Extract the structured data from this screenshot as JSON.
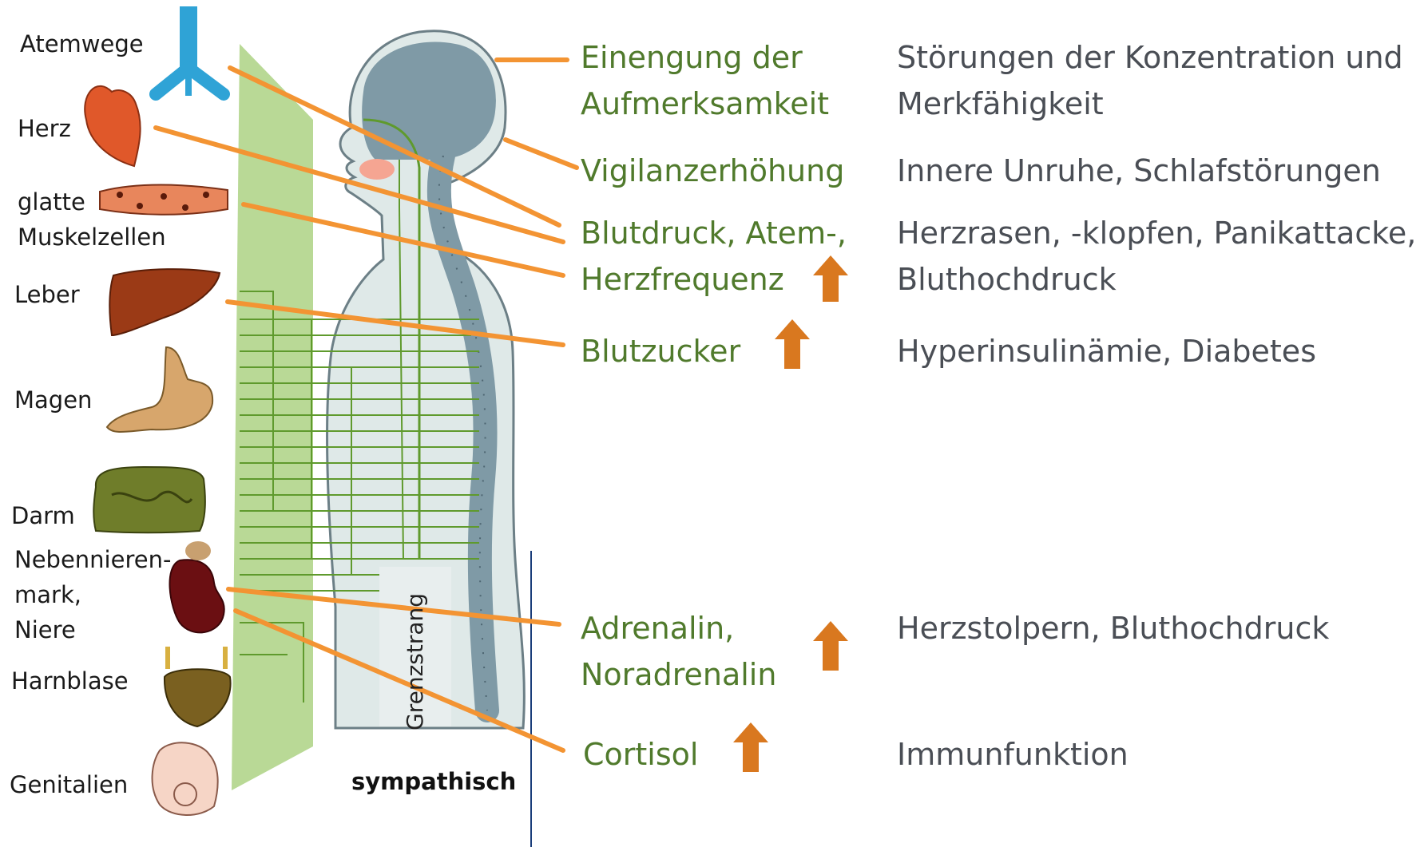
{
  "organs": [
    {
      "label": "Atemwege",
      "icon": "trachea-icon"
    },
    {
      "label": "Herz",
      "icon": "heart-icon"
    },
    {
      "label": "glatte",
      "icon": "muscle-cells-icon"
    },
    {
      "label": "Muskelzellen"
    },
    {
      "label": "Leber",
      "icon": "liver-icon"
    },
    {
      "label": "Magen",
      "icon": "stomach-icon"
    },
    {
      "label": "Darm",
      "icon": "intestine-icon"
    },
    {
      "label": "Nebennieren-",
      "icon": "kidney-icon"
    },
    {
      "label": "mark,"
    },
    {
      "label": "Niere"
    },
    {
      "label": "Harnblase",
      "icon": "bladder-icon"
    },
    {
      "label": "Genitalien",
      "icon": "genitals-icon"
    }
  ],
  "diagram": {
    "caption": "sympathisch",
    "spine_label": "Grenzstrang"
  },
  "effects": [
    {
      "lines": [
        "Einengung der",
        "Aufmerksamkeit"
      ],
      "arrow": false
    },
    {
      "lines": [
        "Vigilanzerhöhung"
      ],
      "arrow": false
    },
    {
      "lines": [
        "Blutdruck, Atem-,",
        "Herzfrequenz"
      ],
      "arrow": true
    },
    {
      "lines": [
        "Blutzucker"
      ],
      "arrow": true
    },
    {
      "lines": [
        "Adrenalin,",
        "Noradrenalin"
      ],
      "arrow": true
    },
    {
      "lines": [
        "Cortisol"
      ],
      "arrow": true
    }
  ],
  "consequences": [
    {
      "lines": [
        "Störungen der Konzentration und",
        "Merkfähigkeit"
      ]
    },
    {
      "lines": [
        "Innere Unruhe, Schlafstörungen"
      ]
    },
    {
      "lines": [
        "Herzrasen, -klopfen, Panikattacke,",
        "Bluthochdruck"
      ]
    },
    {
      "lines": [
        "Hyperinsulinämie, Diabetes"
      ]
    },
    {
      "lines": [
        "Herzstolpern, Bluthochdruck"
      ]
    },
    {
      "lines": [
        "Immunfunktion"
      ]
    }
  ],
  "colors": {
    "effect_text": "#507a2c",
    "consequence_text": "#4a4e55",
    "connector": "#f39433",
    "arrow": "#d9781f",
    "nerve_green": "#a8cf7c",
    "body_fill": "#dfe9e8",
    "brain_spine": "#7f9aa6"
  }
}
